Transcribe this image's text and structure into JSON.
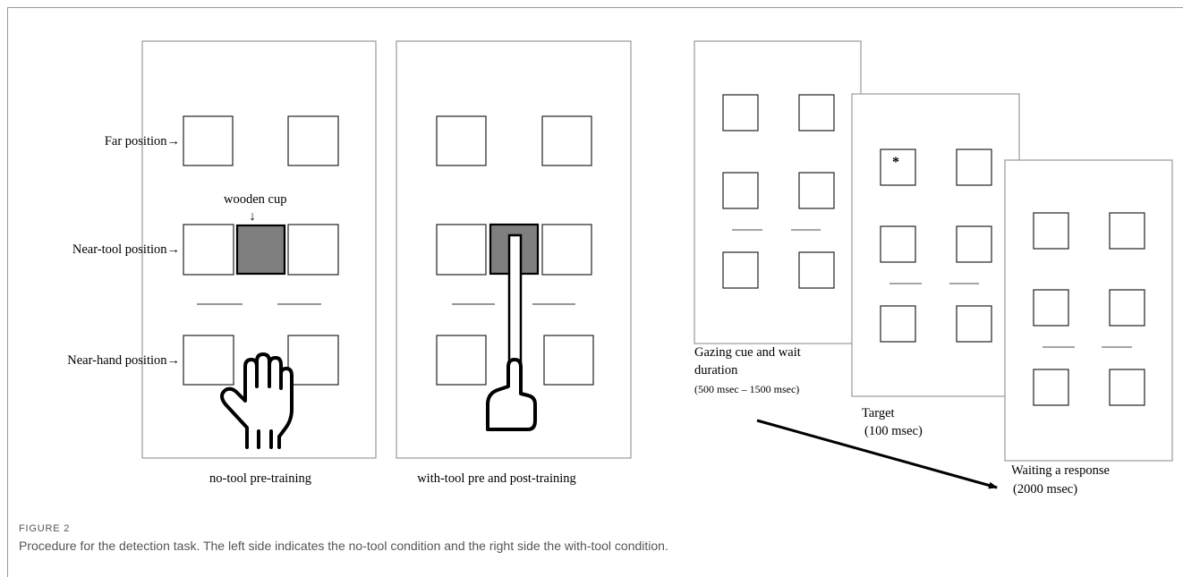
{
  "panel_labels": {
    "no_tool": "no-tool pre-training",
    "with_tool": "with-tool pre and post-training"
  },
  "row_labels": {
    "far": "Far position→",
    "near_tool": "Near-tool  position→",
    "near_hand": "Near-hand  position→"
  },
  "cup_label": "wooden cup",
  "cup_arrow": "↓",
  "target_marker": "*",
  "sequence": {
    "cue_line1": "Gazing cue and wait",
    "cue_line2": "duration",
    "cue_line3": "(500 msec – 1500 msec)",
    "target_line1": "Target",
    "target_line2": "(100 msec)",
    "response_line1": "Waiting a response",
    "response_line2": "(2000 msec)"
  },
  "caption": {
    "label": "FIGURE 2",
    "text": "Procedure for the detection task. The left side indicates the no-tool condition and the right side the with-tool condition."
  }
}
